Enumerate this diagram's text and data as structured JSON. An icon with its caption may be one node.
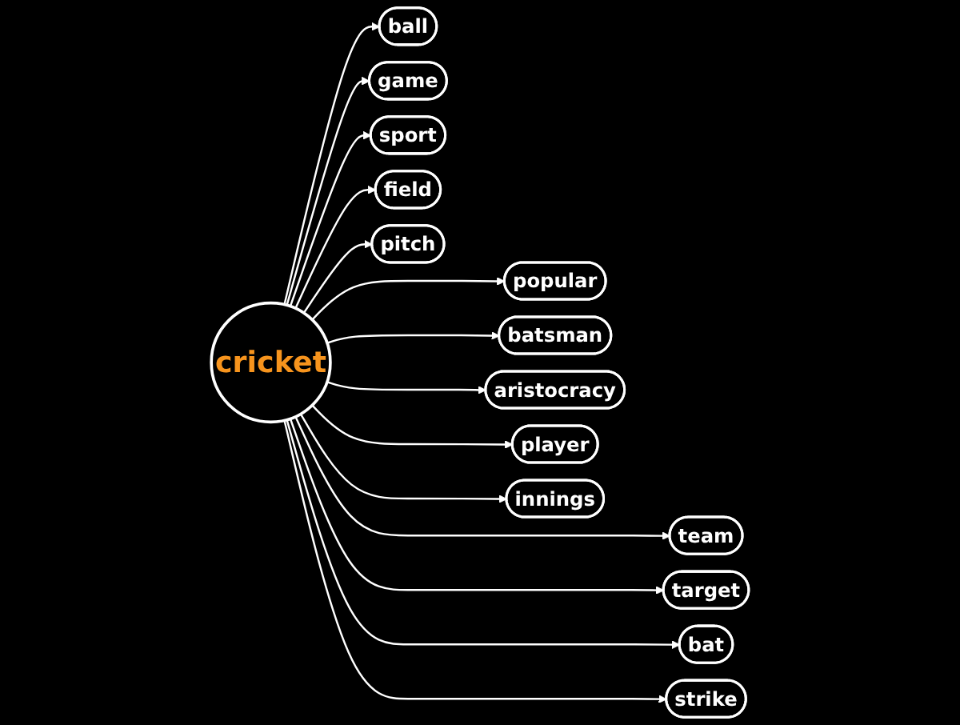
{
  "diagram": {
    "nodes": [
      {
        "text": [
          "cricket"
        ]
      },
      {
        "text": [
          "ball"
        ]
      },
      {
        "text": [
          "popular"
        ]
      },
      {
        "text": [
          "team"
        ]
      },
      {
        "text": [
          "game"
        ]
      },
      {
        "text": [
          "batsman"
        ]
      },
      {
        "text": [
          "target"
        ]
      },
      {
        "text": [
          "sport"
        ]
      },
      {
        "text": [
          "aristocracy"
        ]
      },
      {
        "text": [
          "bat"
        ]
      },
      {
        "text": [
          "field"
        ]
      },
      {
        "text": [
          "player"
        ]
      },
      {
        "text": [
          "strike"
        ]
      },
      {
        "text": [
          "pitch"
        ]
      },
      {
        "text": [
          "innings"
        ]
      }
    ],
    "edges": [
      {
        "from": 0,
        "to": 1,
        "arrow": "to"
      },
      {
        "from": 0,
        "to": 2,
        "arrow": "to"
      },
      {
        "from": 0,
        "to": 3,
        "arrow": "to"
      },
      {
        "from": 0,
        "to": 4,
        "arrow": "to"
      },
      {
        "from": 0,
        "to": 5,
        "arrow": "to"
      },
      {
        "from": 0,
        "to": 6,
        "arrow": "to"
      },
      {
        "from": 0,
        "to": 7,
        "arrow": "to"
      },
      {
        "from": 0,
        "to": 8,
        "arrow": "to"
      },
      {
        "from": 0,
        "to": 9,
        "arrow": "to"
      },
      {
        "from": 0,
        "to": 10,
        "arrow": "to"
      },
      {
        "from": 0,
        "to": 11,
        "arrow": "to"
      },
      {
        "from": 0,
        "to": 12,
        "arrow": "to"
      },
      {
        "from": 0,
        "to": 13,
        "arrow": "to"
      },
      {
        "from": 0,
        "to": 14,
        "arrow": "to"
      }
    ]
  }
}
